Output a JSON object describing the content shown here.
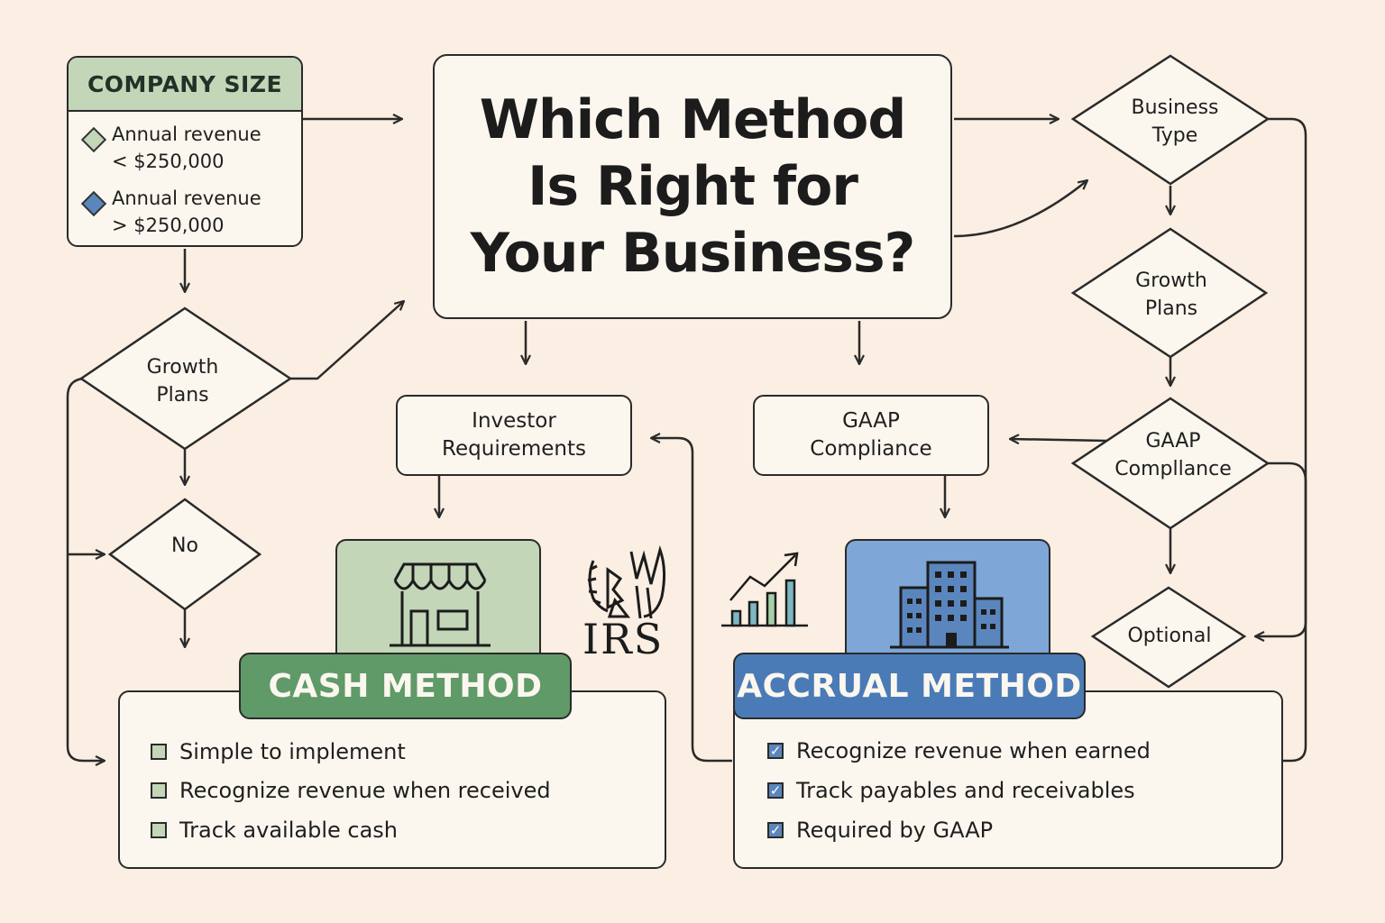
{
  "title": "Which Method\nIs Right for\nYour Business?",
  "company_size": {
    "header": "COMPANY SIZE",
    "items": [
      {
        "text": "Annual revenue\n< $250,000",
        "color": "#c3d6b8"
      },
      {
        "text": "Annual revenue\n> $250,000",
        "color": "#5b86bd"
      }
    ]
  },
  "left_flow": {
    "growth_plans": "Growth\nPlans",
    "no": "No"
  },
  "investor_requirements": "Investor\nRequirements",
  "gaap_box": "GAAP\nCompliance",
  "right_flow": {
    "business_type": "Business\nType",
    "growth_plans": "Growth\nPlans",
    "gaap_compliance": "GAAP\nCompllance",
    "optional": "Optional"
  },
  "irs_logo_text": "IRS",
  "cash_method": {
    "label": "CASH METHOD",
    "color": "#5f9a68",
    "panel_color": "#c3d6b8",
    "items": [
      "Simple to implement",
      "Recognize revenue when received",
      "Track available cash"
    ]
  },
  "accrual_method": {
    "label": "ACCRUAL METHOD",
    "color": "#4a7bb7",
    "panel_color": "#7ea6d6",
    "items": [
      "Recognize revenue when earned",
      "Track payables and receivables",
      "Required by GAAP"
    ]
  },
  "colors": {
    "background": "#fbeee2",
    "box_fill": "#fbf7ef",
    "stroke": "#2a2a2a"
  }
}
